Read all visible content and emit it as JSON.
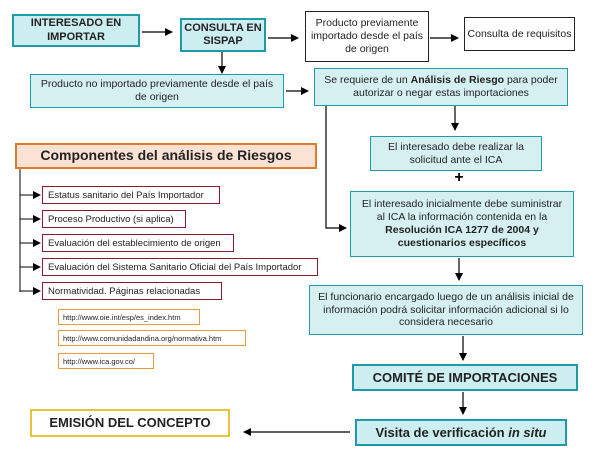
{
  "flow": {
    "interesado": "INTERESADO EN IMPORTAR",
    "consulta_sispap": "CONSULTA EN SISPAP",
    "producto_importado": "Producto previamente importado desde el país de origen",
    "consulta_requisitos": "Consulta de requisitos",
    "producto_no_importado": "Producto no importado previamente desde el país de origen",
    "analisis_pre": "Se requiere de un ",
    "analisis_bold": "Análisis de Riesgo",
    "analisis_post": " para poder autorizar o negar estas importaciones",
    "solicitud": "El interesado debe realizar la solicitud ante el ICA",
    "plus": "+",
    "suministrar_pre": "El interesado inicialmente debe suministrar al ICA la información contenida en la ",
    "suministrar_bold": "Resolución ICA 1277 de 2004  y cuestionarios específicos",
    "funcionario": "El funcionario encargado luego de un análisis inicial de información podrá solicitar información adicional si lo considera necesario",
    "comite": "COMITÉ DE IMPORTACIONES",
    "visita_pre": "Visita de verificación ",
    "visita_italic": "in situ",
    "emision": "EMISIÓN DEL CONCEPTO"
  },
  "componentes": {
    "title": "Componentes del análisis de Riesgos",
    "items": [
      "Estatus sanitario del País Importador",
      "Proceso Productivo (si aplica)",
      "Evaluación del establecimiento de origen",
      "Evaluación del Sistema Sanitario Oficial del País Importador",
      "Normatividad. Páginas relacionadas"
    ],
    "links": [
      "http://www.oie.int/esp/es_index.htm",
      "http://www.comunidadandina.org/normativa.htm",
      "http://www.ica.gov.co/"
    ]
  },
  "colors": {
    "teal": "#1f9aa8",
    "orange": "#e07b2e",
    "dark_red": "#8b1a2b",
    "yellow": "#e8c33a"
  }
}
